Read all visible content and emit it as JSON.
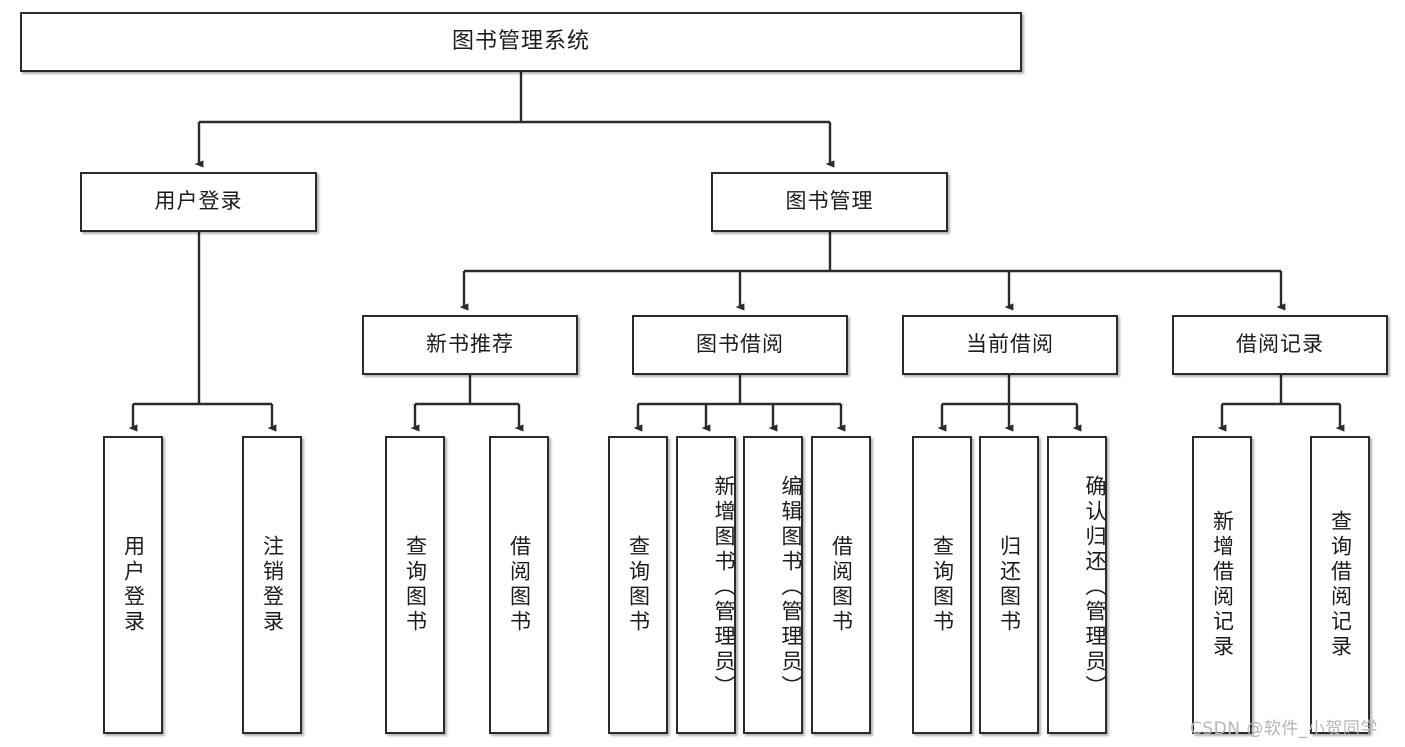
{
  "diagram": {
    "title": "图书管理系统",
    "type": "tree",
    "watermark": "CSDN @软件_小贺同学",
    "colors": {
      "box_border": "#2b2b2b",
      "box_fill": "#ffffff",
      "connector": "#2b2b2b",
      "text": "#1c1c1c",
      "watermark": "#b6b6b6",
      "background": "#ffffff"
    },
    "levels": {
      "root": {
        "label": "图书管理系统"
      },
      "modules": [
        {
          "label": "用户登录"
        },
        {
          "label": "图书管理"
        }
      ],
      "submodules": [
        {
          "label": "新书推荐"
        },
        {
          "label": "图书借阅"
        },
        {
          "label": "当前借阅"
        },
        {
          "label": "借阅记录"
        }
      ],
      "leaves": [
        {
          "label": "用户登录",
          "parent": "用户登录"
        },
        {
          "label": "注销登录",
          "parent": "用户登录"
        },
        {
          "label": "查询图书",
          "parent": "新书推荐"
        },
        {
          "label": "借阅图书",
          "parent": "新书推荐"
        },
        {
          "label": "查询图书",
          "parent": "图书借阅"
        },
        {
          "label": "新增图书（管理员）",
          "parent": "图书借阅"
        },
        {
          "label": "编辑图书（管理员）",
          "parent": "图书借阅"
        },
        {
          "label": "借阅图书",
          "parent": "图书借阅"
        },
        {
          "label": "查询图书",
          "parent": "当前借阅"
        },
        {
          "label": "归还图书",
          "parent": "当前借阅"
        },
        {
          "label": "确认归还（管理员）",
          "parent": "当前借阅"
        },
        {
          "label": "新增借阅记录",
          "parent": "借阅记录"
        },
        {
          "label": "查询借阅记录",
          "parent": "借阅记录"
        }
      ]
    }
  }
}
